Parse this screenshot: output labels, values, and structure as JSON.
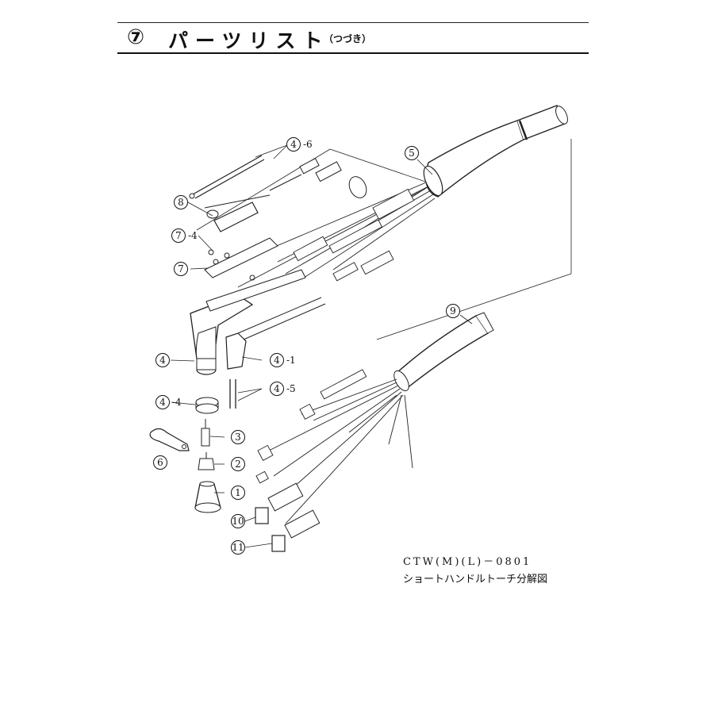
{
  "header": {
    "section_number": "⑦",
    "title": "パーツリスト",
    "subtitle": "（つづき）"
  },
  "callouts": [
    {
      "id": "c-4-6",
      "num": "4",
      "suffix": "-6"
    },
    {
      "id": "c-5",
      "num": "5",
      "suffix": ""
    },
    {
      "id": "c-8",
      "num": "8",
      "suffix": ""
    },
    {
      "id": "c-7-4",
      "num": "7",
      "suffix": "-4"
    },
    {
      "id": "c-7",
      "num": "7",
      "suffix": ""
    },
    {
      "id": "c-9",
      "num": "9",
      "suffix": ""
    },
    {
      "id": "c-4",
      "num": "4",
      "suffix": ""
    },
    {
      "id": "c-4-1",
      "num": "4",
      "suffix": "-1"
    },
    {
      "id": "c-4-5",
      "num": "4",
      "suffix": "-5"
    },
    {
      "id": "c-4-4",
      "num": "4",
      "suffix": "-4"
    },
    {
      "id": "c-3",
      "num": "3",
      "suffix": ""
    },
    {
      "id": "c-6",
      "num": "6",
      "suffix": ""
    },
    {
      "id": "c-2",
      "num": "2",
      "suffix": ""
    },
    {
      "id": "c-1",
      "num": "1",
      "suffix": ""
    },
    {
      "id": "c-10",
      "num": "10",
      "suffix": ""
    },
    {
      "id": "c-11",
      "num": "11",
      "suffix": ""
    }
  ],
  "caption": {
    "model": "CTW(M)(L)－0801",
    "description": "ショートハンドルトーチ分解図"
  }
}
